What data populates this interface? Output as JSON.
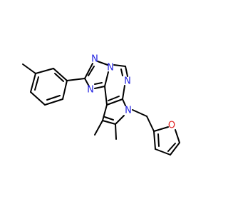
{
  "molecule": {
    "atom_labels": {
      "n1": "N",
      "n2": "N",
      "n3": "N",
      "n4": "N",
      "n5": "N",
      "o1": "O"
    },
    "colors": {
      "bond": "#000000",
      "nitrogen": "#2020e0",
      "oxygen": "#e02020",
      "background": "#ffffff"
    }
  }
}
